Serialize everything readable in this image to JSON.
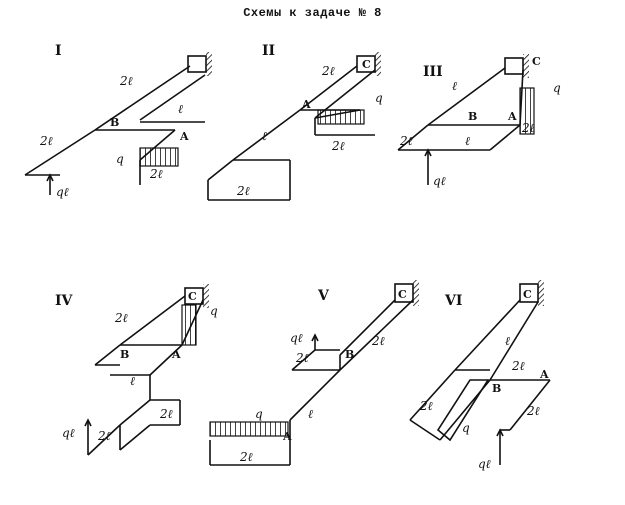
{
  "title": "Схемы к задаче № 8",
  "schemes": [
    {
      "numeral": "I",
      "labels": {
        "l1": "2ℓ",
        "l2": "ℓ",
        "l3": "2ℓ",
        "l4": "2ℓ",
        "B": "B",
        "A": "A",
        "q": "q",
        "ql": "qℓ"
      }
    },
    {
      "numeral": "II",
      "labels": {
        "l1": "2ℓ",
        "l2": "ℓ",
        "l3": "2ℓ",
        "l4": "2ℓ",
        "A": "A",
        "q": "q",
        "C": "C"
      }
    },
    {
      "numeral": "III",
      "labels": {
        "l1": "ℓ",
        "l2": "2ℓ",
        "l3": "ℓ",
        "l4": "2ℓ",
        "B": "B",
        "A": "A",
        "q": "q",
        "C": "C",
        "ql": "qℓ"
      }
    },
    {
      "numeral": "IV",
      "labels": {
        "l1": "2ℓ",
        "l2": "ℓ",
        "l3": "2ℓ",
        "l4": "2ℓ",
        "B": "B",
        "A": "A",
        "q": "q",
        "C": "C",
        "ql": "qℓ"
      }
    },
    {
      "numeral": "V",
      "labels": {
        "l1": "2ℓ",
        "l2": "2ℓ",
        "l3": "ℓ",
        "l4": "2ℓ",
        "B": "B",
        "A": "A",
        "q": "q",
        "C": "C",
        "ql": "qℓ"
      }
    },
    {
      "numeral": "VI",
      "labels": {
        "l1": "ℓ",
        "l2": "2ℓ",
        "l3": "2ℓ",
        "l4": "2ℓ",
        "B": "B",
        "A": "A",
        "q": "q",
        "C": "C",
        "ql": "qℓ"
      }
    }
  ]
}
